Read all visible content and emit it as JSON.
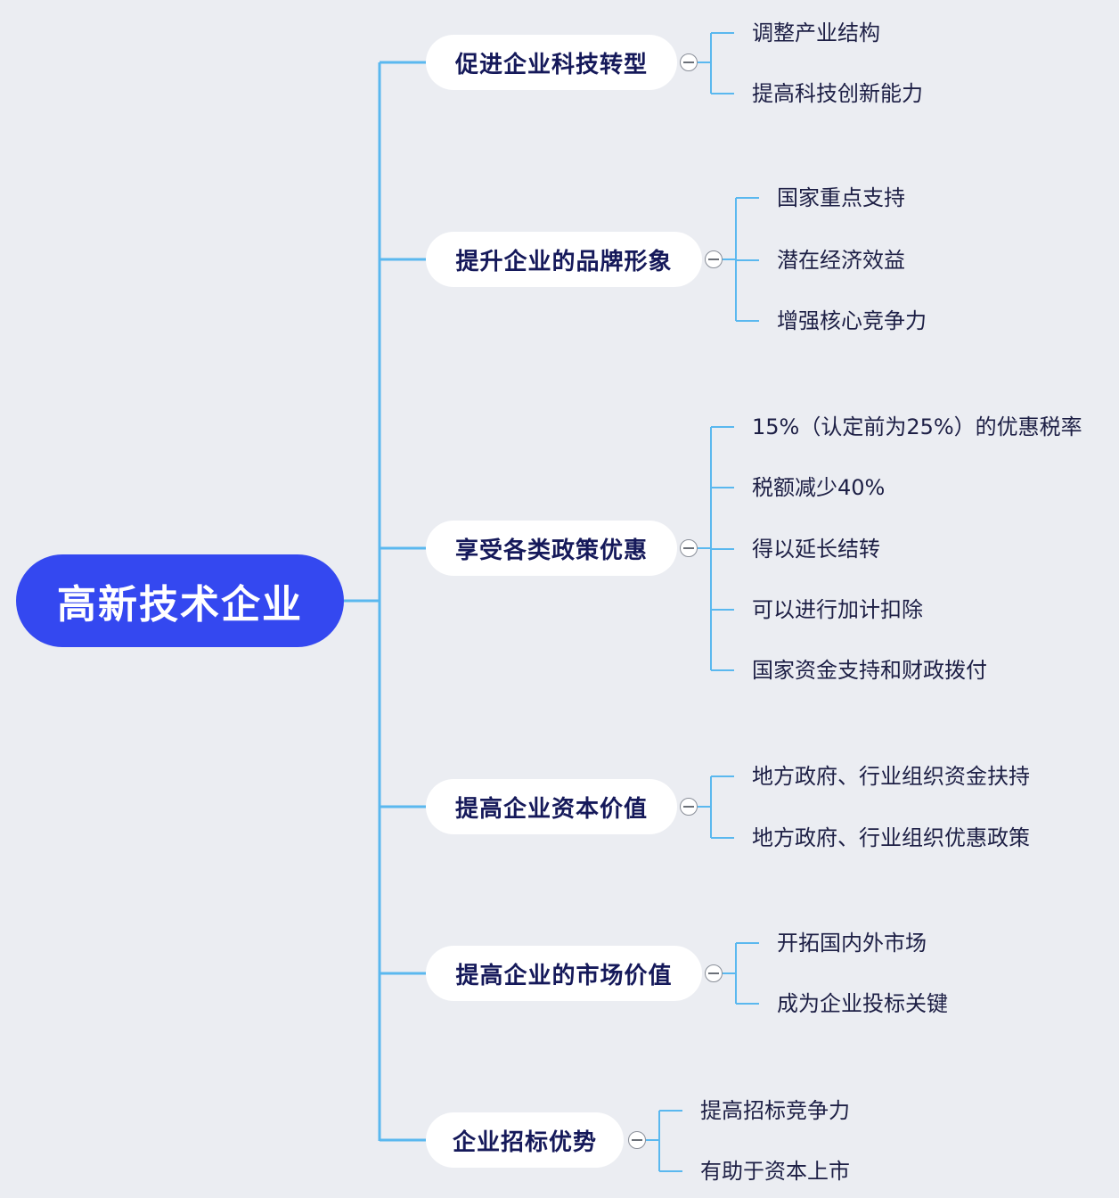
{
  "root": {
    "label": "高新技术企业"
  },
  "branches": [
    {
      "label": "促进企业科技转型",
      "children": [
        "调整产业结构",
        "提高科技创新能力"
      ]
    },
    {
      "label": "提升企业的品牌形象",
      "children": [
        "国家重点支持",
        "潜在经济效益",
        "增强核心竞争力"
      ]
    },
    {
      "label": "享受各类政策优惠",
      "children": [
        "15%（认定前为25%）的优惠税率",
        "税额减少40%",
        "得以延长结转",
        "可以进行加计扣除",
        "国家资金支持和财政拨付"
      ]
    },
    {
      "label": "提高企业资本价值",
      "children": [
        "地方政府、行业组织资金扶持",
        "地方政府、行业组织优惠政策"
      ]
    },
    {
      "label": "提高企业的市场价值",
      "children": [
        "开拓国内外市场",
        "成为企业投标关键"
      ]
    },
    {
      "label": "企业招标优势",
      "children": [
        "提高招标竞争力",
        "有助于资本上市"
      ]
    }
  ],
  "colors": {
    "root": "#3448f0",
    "connector": "#5ab8ef",
    "background": "#ebedf2"
  },
  "icons": {
    "toggle": "collapse-minus-icon"
  }
}
